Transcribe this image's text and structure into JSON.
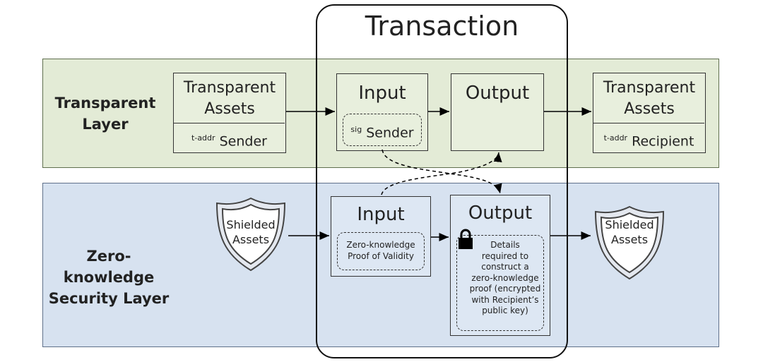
{
  "transaction": {
    "title": "Transaction"
  },
  "transparent_layer": {
    "label_line1": "Transparent",
    "label_line2": "Layer",
    "sender_assets": {
      "title_line1": "Transparent",
      "title_line2": "Assets",
      "addr_prefix": "t-addr",
      "addr_label": "Sender"
    },
    "input": {
      "title": "Input",
      "sig_prefix": "sig",
      "sig_label": "Sender"
    },
    "output": {
      "title": "Output"
    },
    "recipient_assets": {
      "title_line1": "Transparent",
      "title_line2": "Assets",
      "addr_prefix": "t-addr",
      "addr_label": "Recipient"
    }
  },
  "zk_layer": {
    "label_line1": "Zero-knowledge",
    "label_line2": "Security Layer",
    "shielded_in": {
      "line1": "Shielded",
      "line2": "Assets"
    },
    "input": {
      "title": "Input",
      "proof_line1": "Zero-knowledge",
      "proof_line2": "Proof of Validity"
    },
    "output": {
      "title": "Output",
      "details": [
        "Details",
        "required to",
        "construct a",
        "zero-knowledge",
        "proof (encrypted",
        "with Recipient’s",
        "public key)"
      ]
    },
    "shielded_out": {
      "line1": "Shielded",
      "line2": "Assets"
    }
  },
  "icons": {
    "lock": "lock-icon",
    "shield": "shield-icon"
  },
  "colors": {
    "transparent_layer_bg": "#e3ebd6",
    "zk_layer_bg": "#d7e2f0",
    "border": "#333333"
  }
}
